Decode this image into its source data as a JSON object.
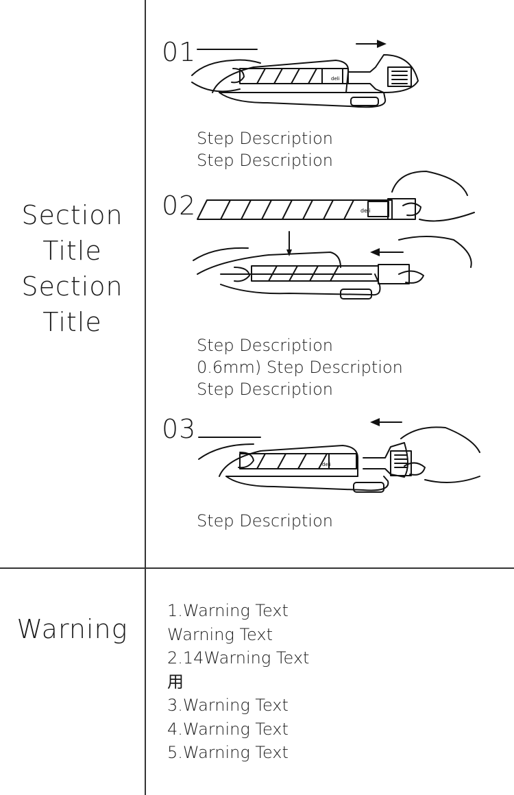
{
  "section1": {
    "title_lines": [
      "Section Title",
      "Section Title"
    ],
    "steps": [
      {
        "number": "01",
        "lines": [
          "Step Description",
          "Step Description"
        ]
      },
      {
        "number": "02",
        "lines": [
          "Step Description",
          "0.6mm) Step Description",
          "Step Description"
        ]
      },
      {
        "number": "03",
        "lines": [
          "Step Description"
        ]
      }
    ],
    "brand_logo_text": "deli"
  },
  "section2": {
    "title": "Warning",
    "lines": [
      "1.Warning Text",
      "Warning Text",
      "2.14Warning Text",
      "用",
      "3.Warning Text",
      "4.Warning Text",
      "5.Warning Text"
    ]
  }
}
